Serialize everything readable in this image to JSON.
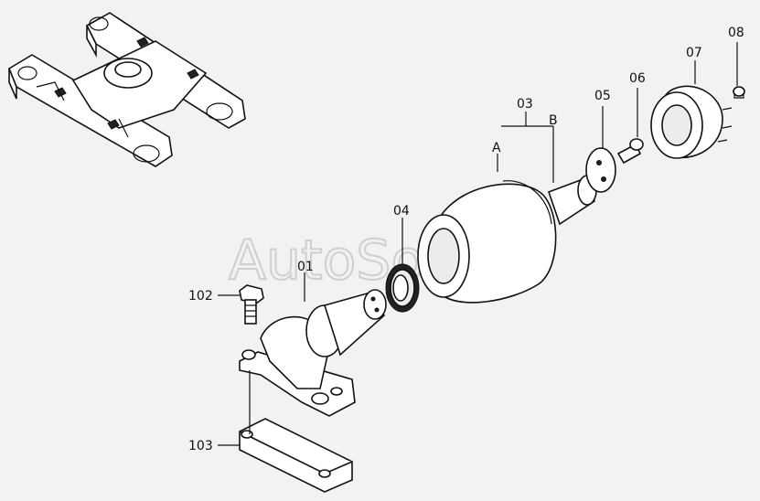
{
  "watermark": "AutoSoft",
  "callouts": {
    "p01": "01",
    "p03": "03",
    "p03a": "A",
    "p03b": "B",
    "p04": "04",
    "p05": "05",
    "p06": "06",
    "p07": "07",
    "p08": "08",
    "p102": "102",
    "p103": "103"
  },
  "icons": {
    "frame": "track-frame-icon",
    "roller": "carrier-roller-icon"
  }
}
